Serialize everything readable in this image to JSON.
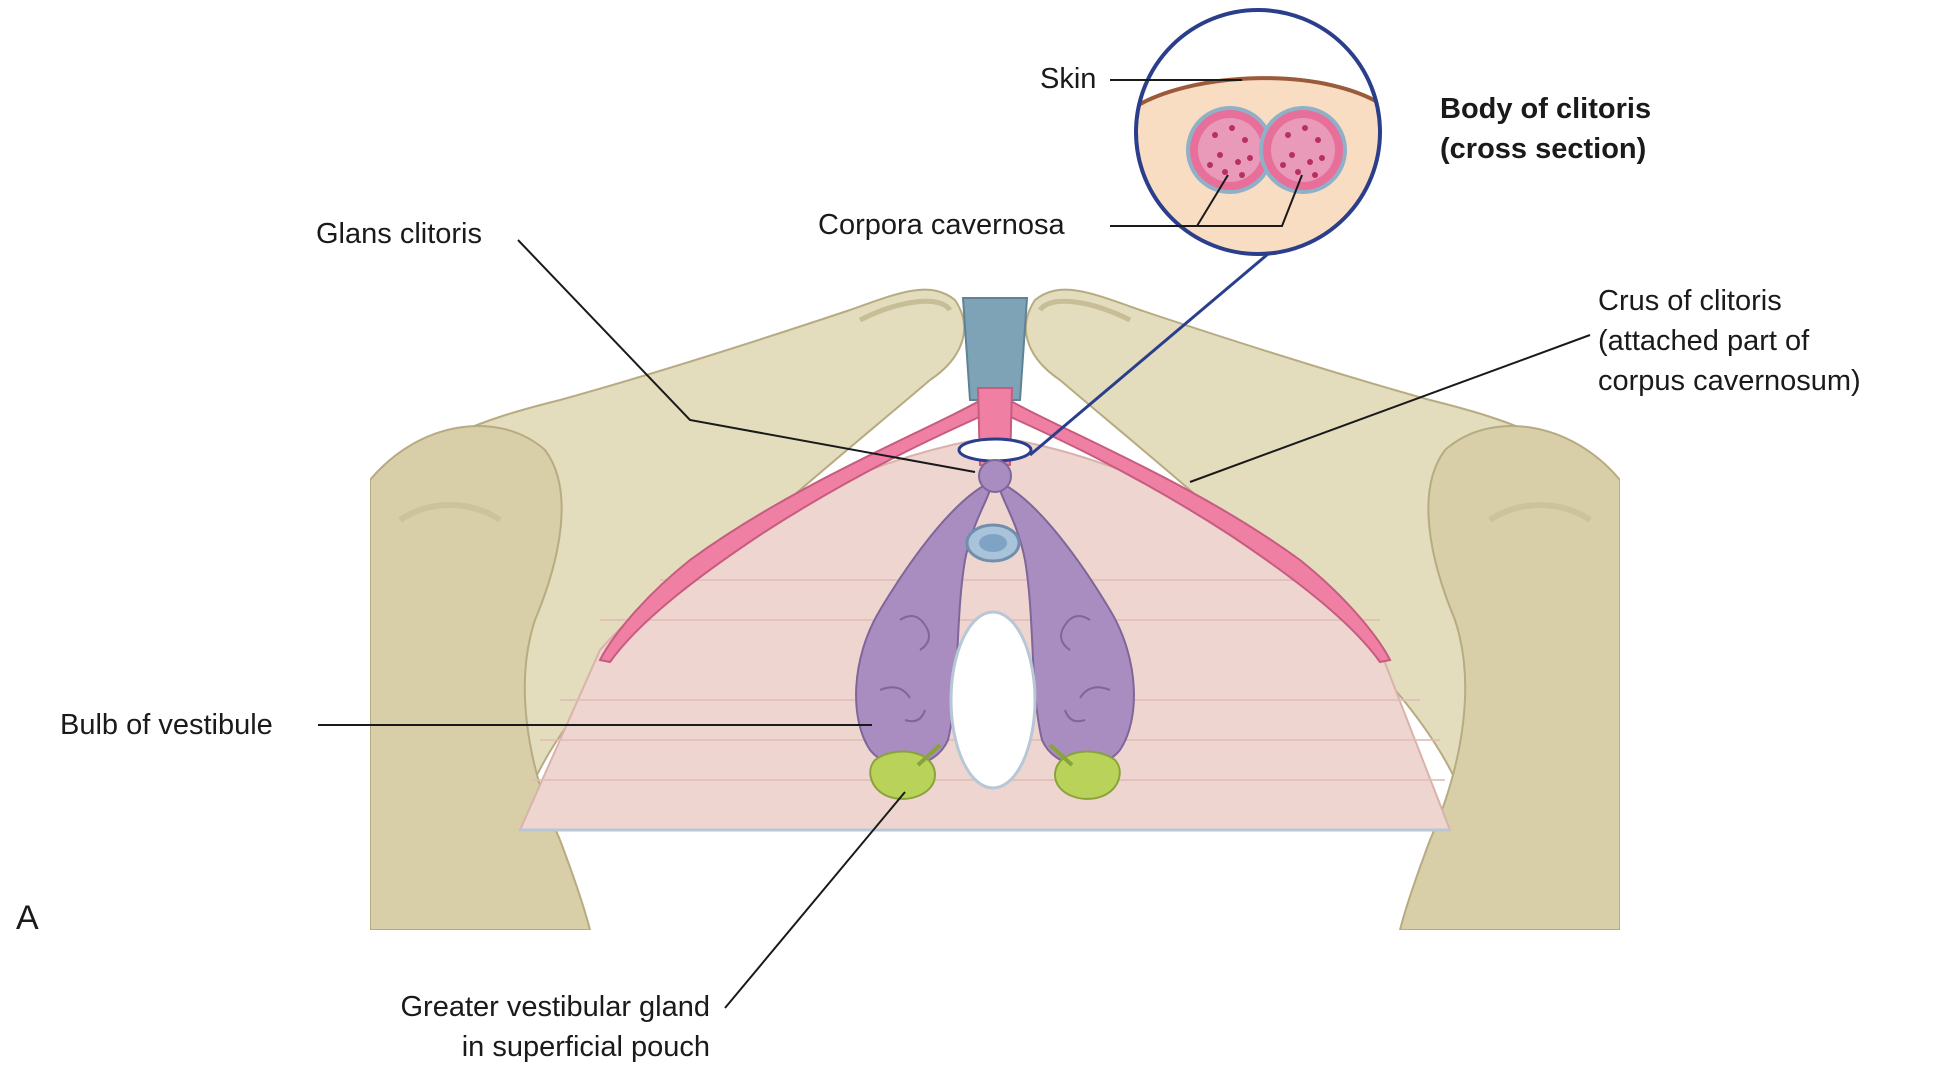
{
  "figure": {
    "panel_letter": "A",
    "inset_title_line1": "Body of clitoris",
    "inset_title_line2": "(cross section)"
  },
  "labels": {
    "skin": "Skin",
    "corpora_cavernosa": "Corpora cavernosa",
    "glans_clitoris": "Glans clitoris",
    "crus_line1": "Crus of clitoris",
    "crus_line2": "(attached part of",
    "crus_line3": "corpus cavernosum)",
    "bulb_of_vestibule": "Bulb of vestibule",
    "greater_gland_line1": "Greater vestibular gland",
    "greater_gland_line2": "in superficial pouch"
  },
  "colors": {
    "bone": "#e3dcbd",
    "bone_shadow": "#c7bd96",
    "membrane": "#efd5cf",
    "crus": "#ef7fa3",
    "bulb": "#a98dc0",
    "gland": "#b9d35a",
    "ligament": "#7fa3b6",
    "inset_ring": "#2b3e8c",
    "skin_line": "#9b5a3a",
    "leader": "#1a1a1a"
  }
}
